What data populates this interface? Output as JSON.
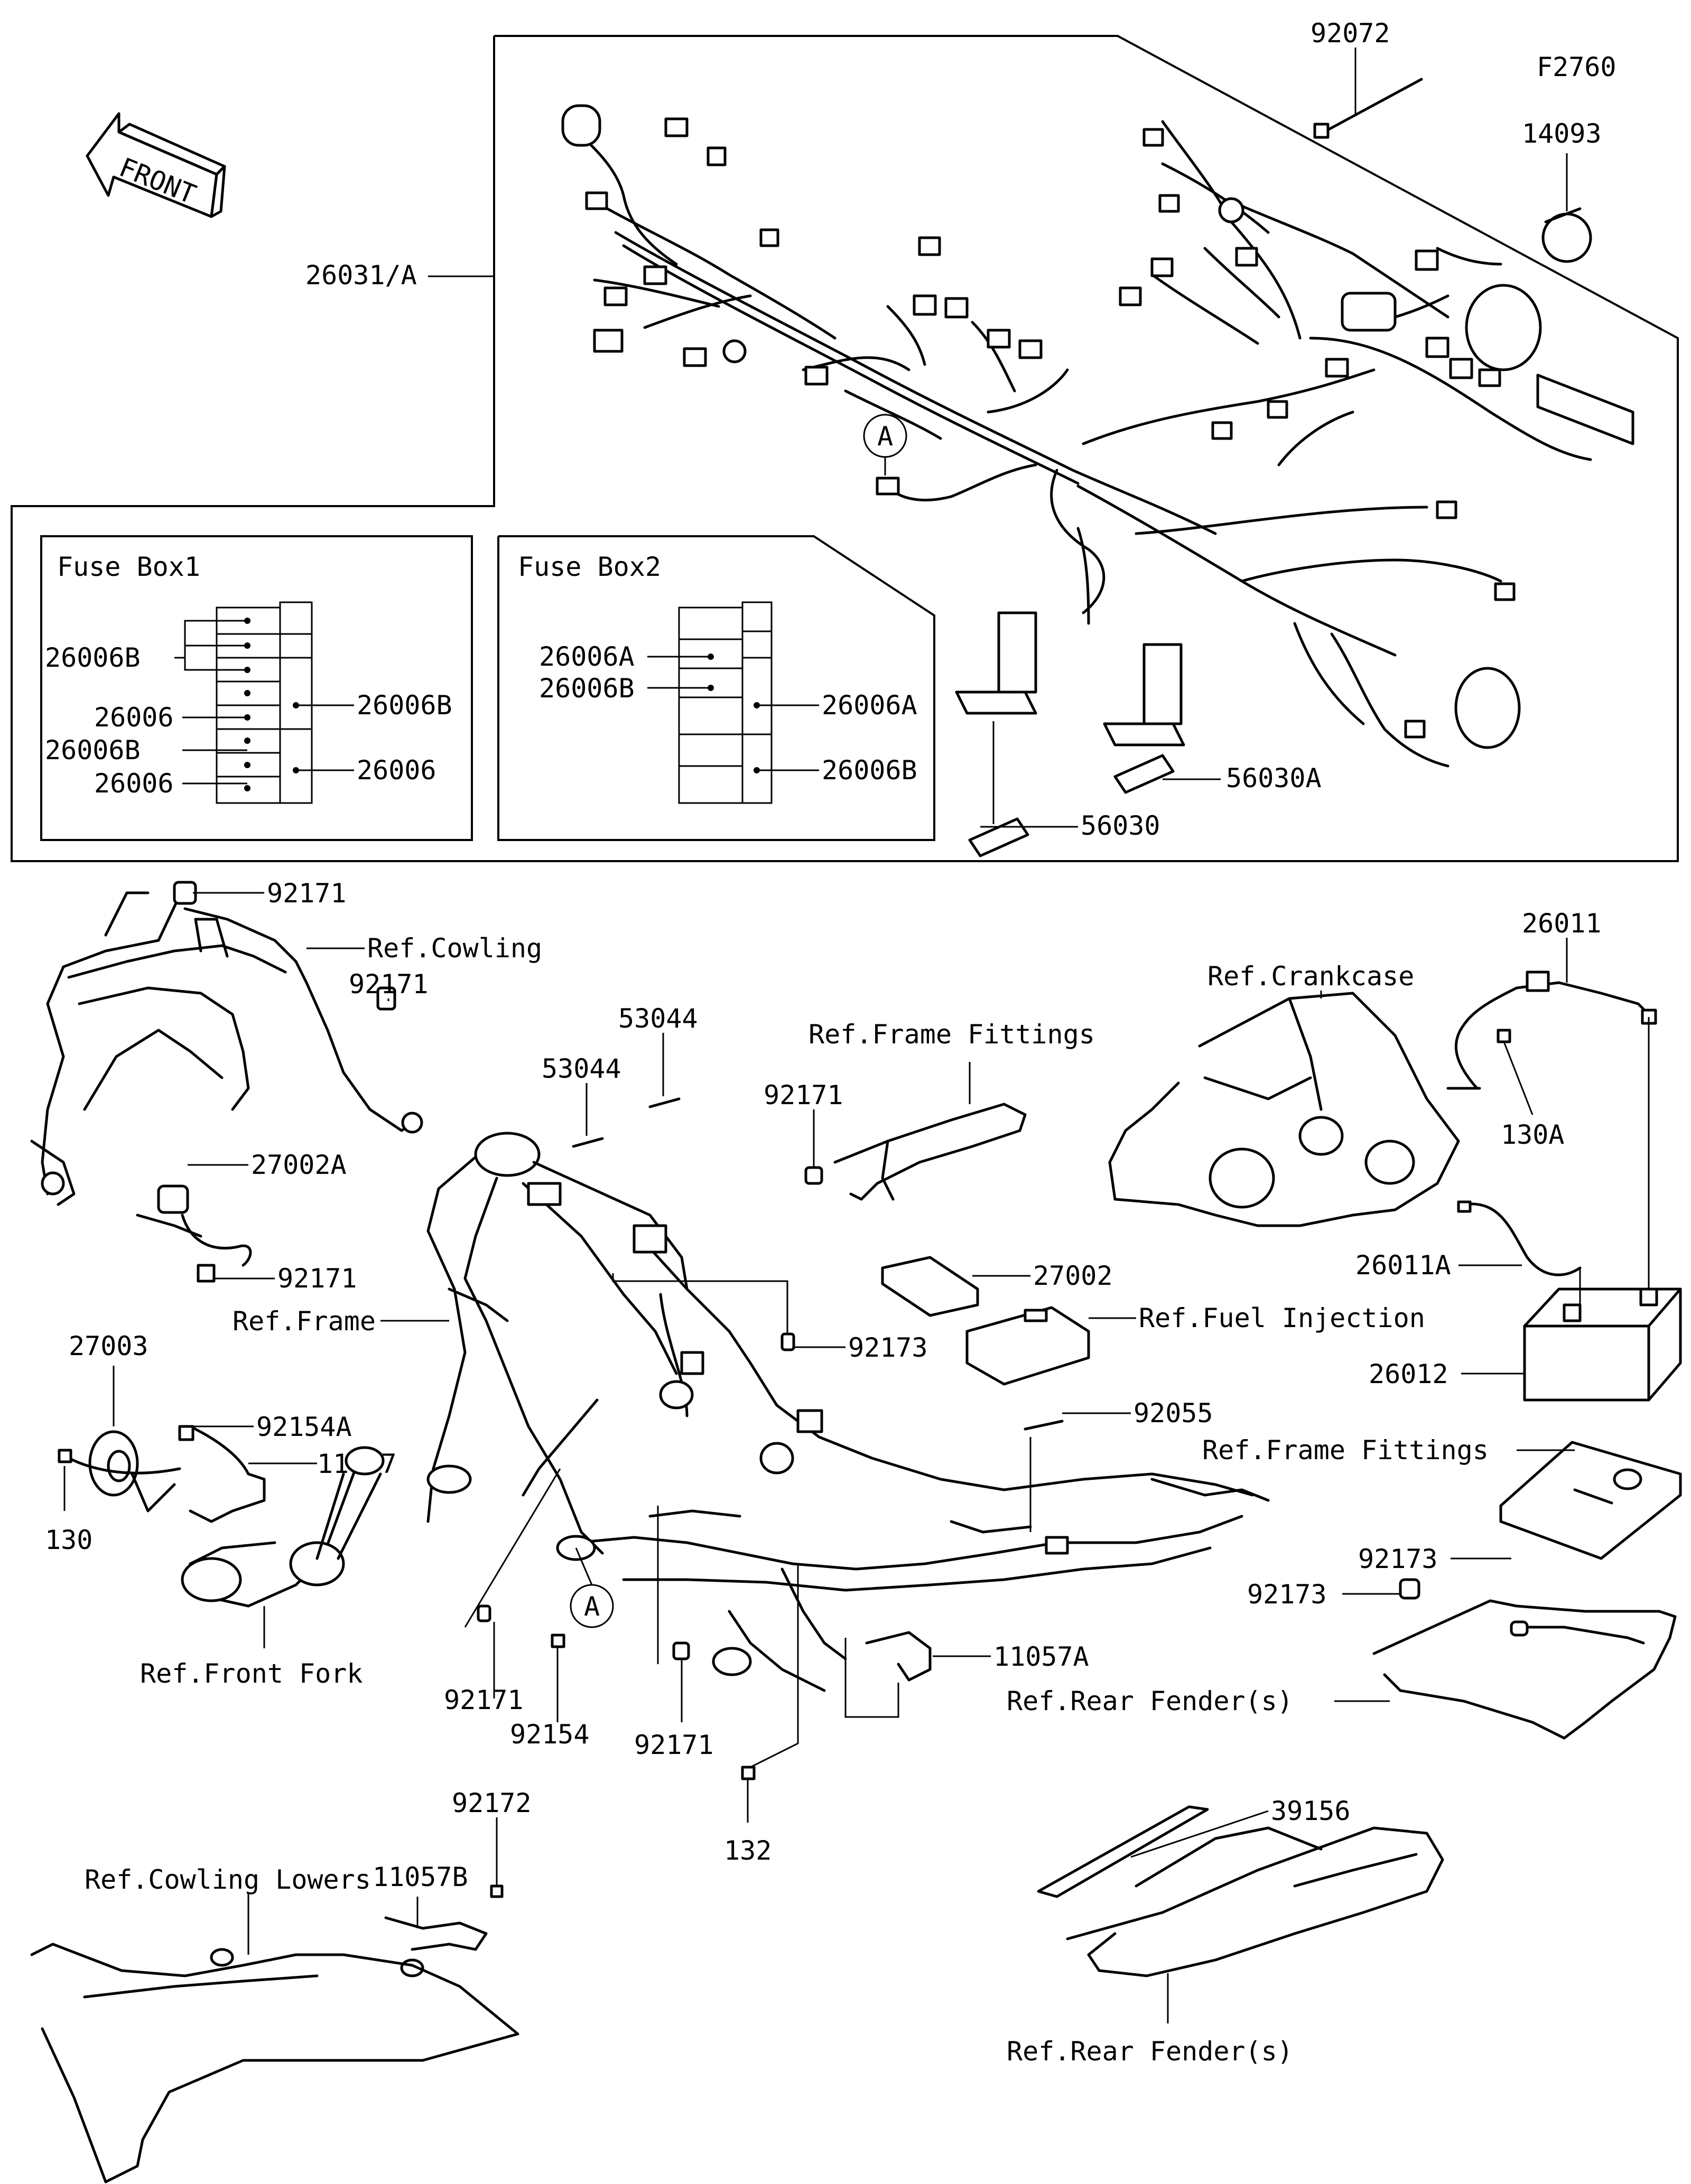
{
  "diagram_code": "F2760",
  "front_label": "FRONT",
  "upper_section": {
    "harness_label": "26031/A",
    "top_labels": {
      "cable_tie": "92072",
      "fuse": "14093"
    },
    "connector_marker": "A",
    "caps": {
      "cap_1": "56030",
      "cap_2": "56030A"
    }
  },
  "fuse_box_1": {
    "title": "Fuse Box1",
    "left_labels": [
      "26006B",
      "26006",
      "26006B",
      "26006"
    ],
    "right_labels": [
      "26006B",
      "26006"
    ]
  },
  "fuse_box_2": {
    "title": "Fuse Box2",
    "left_labels": [
      "26006A",
      "26006B"
    ],
    "right_labels": [
      "26006A",
      "26006B"
    ]
  },
  "lower_labels": {
    "clip_top": "92171",
    "ref_cowling": "Ref.Cowling",
    "clip_2": "92171",
    "relay": "27002A",
    "clip_3": "92171",
    "horn": "27003",
    "bolt_a": "92154A",
    "bracket": "11057",
    "bolt_130": "130",
    "ref_frame": "Ref.Frame",
    "ref_front_fork": "Ref.Front Fork",
    "strip_1": "53044",
    "strip_2": "53044",
    "ref_frame_fittings_1": "Ref.Frame Fittings",
    "clip_4": "92171",
    "ecu": "27002",
    "ref_fuel_injection": "Ref.Fuel Injection",
    "clip_5": "92173",
    "strap": "92055",
    "marker_a": "A",
    "clip_6": "92171",
    "bolt_92154": "92154",
    "clip_7": "92171",
    "bracket_a": "11057A",
    "ref_rear_fender_1": "Ref.Rear Fender(s)",
    "bolt_132": "132",
    "cable": "26011",
    "ref_crankcase": "Ref.Crankcase",
    "bolt_130a": "130A",
    "cable_a": "26011A",
    "battery": "26012",
    "ref_frame_fittings_2": "Ref.Frame Fittings",
    "clip_8": "92173",
    "clip_9": "92173",
    "ref_cowling_lowers": "Ref.Cowling Lowers",
    "bolt_92172": "92172",
    "bracket_b": "11057B",
    "pad": "39156",
    "ref_rear_fender_2": "Ref.Rear Fender(s)"
  }
}
